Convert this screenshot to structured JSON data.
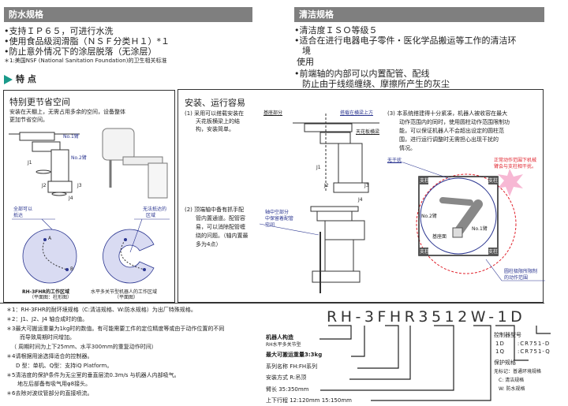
{
  "waterproof": {
    "title": "防水规格",
    "items": [
      "•支持ＩＰ６５，可进行水洗",
      "•使用食品级润滑脂（ＮＳＦ分类Ｈ１）*１",
      "•防止意外情况下的涂层脱落（无涂层）"
    ],
    "note": "＊1:美国NSF (National Sanitation Foundation)的卫生相关标准"
  },
  "clean": {
    "title": "清洁规格",
    "items": [
      "•清洁度ＩＳＯ等级５",
      "•适合在进行电器电子零件・医化学品搬运等工作的清洁环",
      "境",
      "使用",
      "•前端轴的内部可以内置配管、配线",
      "防止由于线缆缠绕、摩擦所产生的灰尘"
    ]
  },
  "features": {
    "title": "特 点"
  },
  "space": {
    "title": "特别更节省空间",
    "desc": [
      "安装在天棚上，无需占用多余的空间，设备整体",
      "更加节省空间。"
    ],
    "labels": {
      "arm1": "No.1臂",
      "arm2": "No.2臂",
      "j1": "J1",
      "j2": "J2",
      "j3": "J3",
      "j4": "J4",
      "all_reach": [
        "全部可以",
        "抵达"
      ],
      "unreachable": [
        "无法抵达的",
        "区域"
      ],
      "a": "A",
      "b": "B"
    },
    "caption_left": [
      "RH-3FHR的工作区域",
      "（平面图：柱形图）"
    ],
    "caption_right": [
      "水平多关节型机器人的工作区域",
      "（平面图）"
    ]
  },
  "install": {
    "title": "安装、运行容易",
    "p1": [
      "(1) 采用可以搭载安装在",
      "天花板横梁上的结",
      "构，安装简单。"
    ],
    "p1_labels": {
      "base": "基座部分",
      "mount": "搭载在横梁上方",
      "ceiling": "天花板横梁",
      "j1": "J1",
      "j2": "J2",
      "j3": "J3",
      "j4": "J4"
    },
    "p2": [
      "(2) 顶端轴中备有抓手配",
      "管内置通道。配管容",
      "易，可以消除配管缠",
      "绕的问题。（轴内置最",
      "多为4点）"
    ],
    "p2_label": [
      "轴中空部分",
      "中保留着配管",
      "空间"
    ],
    "p3": [
      "(3) 本系统搭建得十分紧凑，机器人被收容在最大",
      "动作范围内的同时，使用圆柱动作范围限制功",
      "能，可以保证机器人不会超出设定的圆柱范",
      "围，进行运行调整时无需担心出现干扰的",
      "情况。"
    ],
    "p3_labels": {
      "no_interference": "无干扰",
      "interference": [
        "正常动作范围下机械",
        "臂会与支柱相干扰。"
      ],
      "pillar": "支柱",
      "arm2": "No.2臂",
      "arm1": "No.1臂",
      "base": "基座面",
      "limited": [
        "圆柱极限所限制",
        "的动作范围"
      ]
    }
  },
  "footnotes": [
    "＊1：RH-3FHR的耐环境规格（C:清洁规格、W:防水规格）为出厂特殊规格。",
    "＊2：J1、J2、J4 轴合成时的值。",
    "＊3最大可搬运重量为1kg时的数值。有可能需要工件的定位精度等或由于动作位置的不同",
    "而导致周期时间增加。",
    "（ 周期时间为上下25mm、水平300mm的重复动作时间）",
    "＊4请根据用途选择适合的控制器。",
    "D 型：单机、Q型：支持iQ Platform。",
    "＊5清洁度的保护条件为无尘室的垂直层流0.3m/s 与机器人内部吸气。",
    "地左后部备有吸气用φ8接头。",
    "＊6去除对波纹管部分的直接喷流。"
  ],
  "model": {
    "code": "RH-3FHR3512W-1D",
    "left": [
      "机器人构造",
      "RH水平多关节型",
      "最大可搬运重量3:3kg",
      "系列名称 FH:FH系列",
      "安装方式 R:吊顶",
      "臂长 35:350mm",
      "上下行程 12:120mm 15:150mm"
    ],
    "controller": [
      "控制器型号",
      "1D　　:CR751-D",
      "1Q　　:CR751-Q"
    ],
    "protection": [
      "保护规格",
      "无标记：普通环境规格",
      "C: 清洁规格",
      "W: 防水规格"
    ]
  },
  "colors": {
    "bar": "#7f7f7f",
    "accent": "#1a9a8a",
    "zone": "#d9dbf2",
    "blue": "#2a3590",
    "red": "#e0202a"
  }
}
